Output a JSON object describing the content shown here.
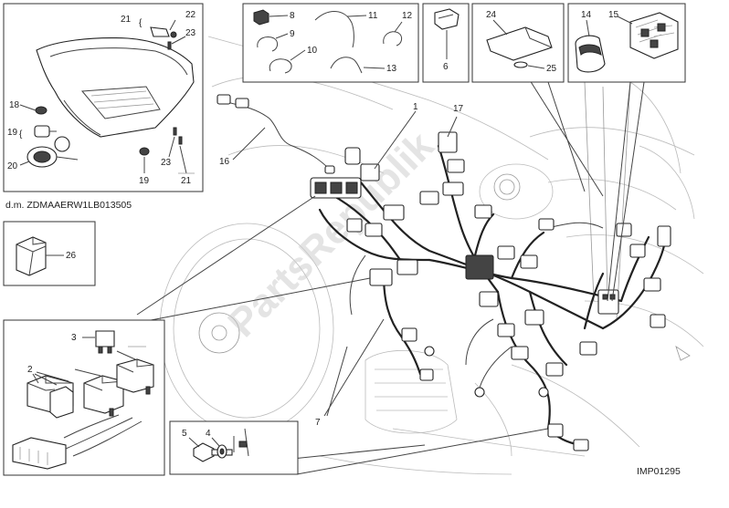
{
  "diagram": {
    "serial_note": "d.m. ZDMAAERW1LB013505",
    "drawing_code": "IMP01295",
    "watermark": "PartsRepublik",
    "callouts": {
      "c1": "1",
      "c2": "2",
      "c3": "3",
      "c4": "4",
      "c5": "5",
      "c6": "6",
      "c7": "7",
      "c8": "8",
      "c9": "9",
      "c10": "10",
      "c11": "11",
      "c12": "12",
      "c13": "13",
      "c14": "14",
      "c15": "15",
      "c16": "16",
      "c17": "17",
      "c18": "18",
      "c19a": "19",
      "c19b": "19",
      "c20": "20",
      "c21a": "21",
      "c21b": "21",
      "c22": "22",
      "c23a": "23",
      "c23b": "23",
      "c24": "24",
      "c25": "25",
      "c26": "26"
    }
  }
}
